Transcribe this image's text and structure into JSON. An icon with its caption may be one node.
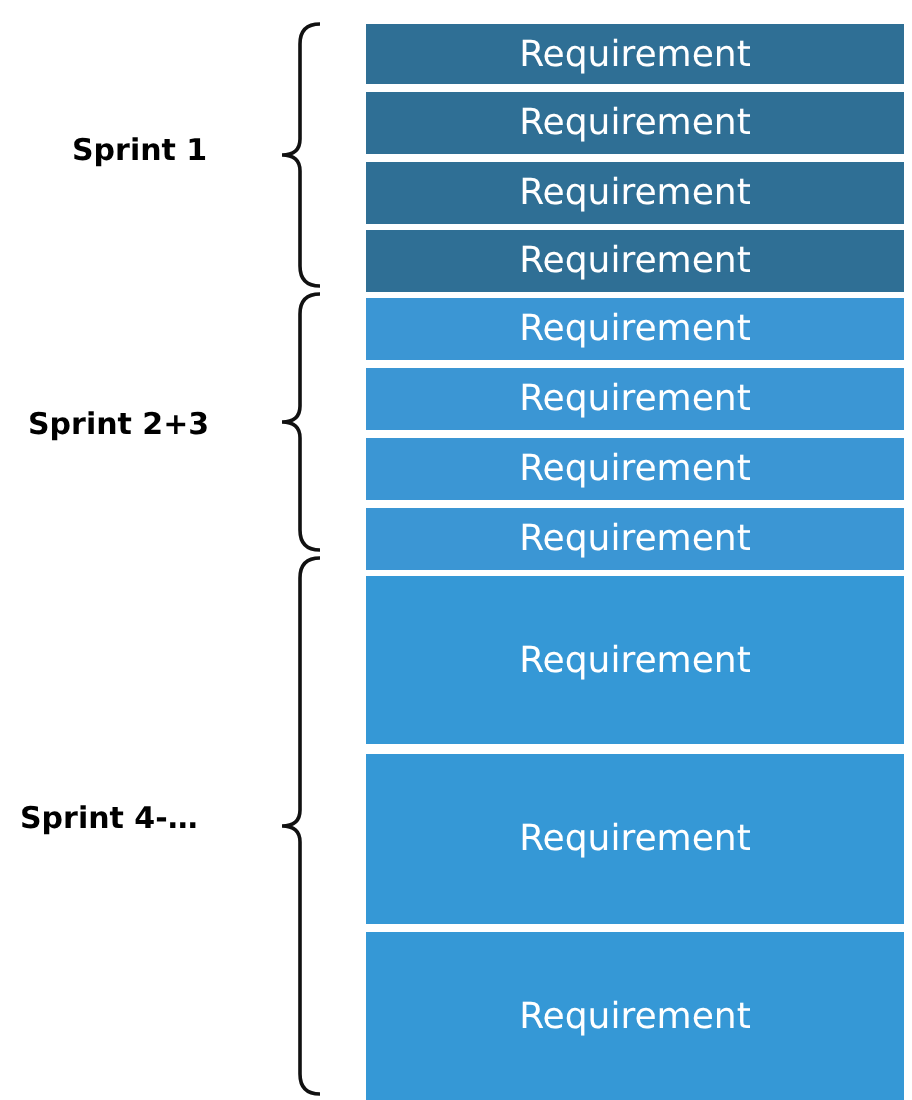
{
  "diagram": {
    "nodes": [
      {
        "text": [
          "Requirement"
        ]
      },
      {
        "text": [
          "Requirement"
        ]
      },
      {
        "text": [
          "Requirement"
        ]
      },
      {
        "text": [
          "Requirement"
        ]
      },
      {
        "text": [
          "Requirement"
        ]
      },
      {
        "text": [
          "Requirement"
        ]
      },
      {
        "text": [
          "Requirement"
        ]
      },
      {
        "text": [
          "Requirement"
        ]
      },
      {
        "text": [
          "Requirement"
        ]
      },
      {
        "text": [
          "Requirement"
        ]
      },
      {
        "text": [
          "Requirement"
        ]
      }
    ],
    "labels": [
      "Sprint 1",
      "Sprint 2+3",
      "Sprint 4-…"
    ]
  }
}
